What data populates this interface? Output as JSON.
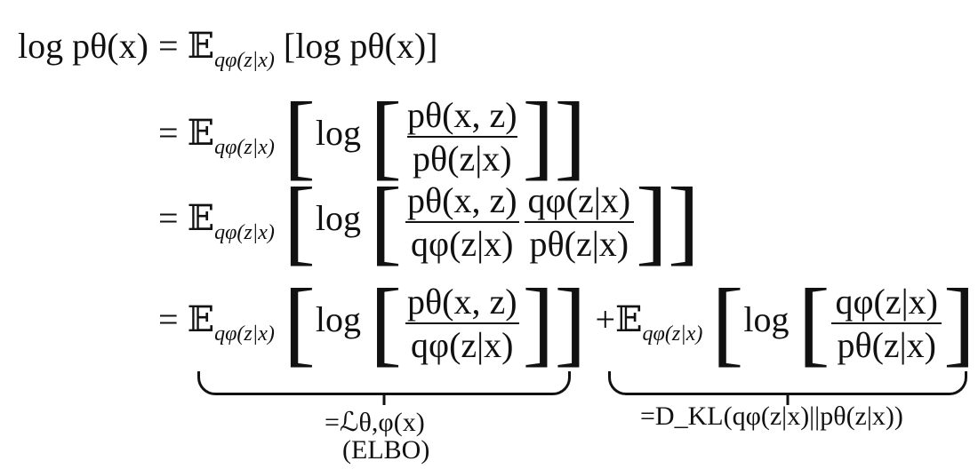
{
  "equation": {
    "lhs": "log pθ(x)",
    "lines": [
      {
        "rhs": "= E_{qφ(z|x)} [log pθ(x)]"
      },
      {
        "rhs": "= E_{qφ(z|x)} [log [pθ(x,z) / pθ(z|x)]]"
      },
      {
        "rhs": "= E_{qφ(z|x)} [log [pθ(x,z)/qφ(z|x) · qφ(z|x)/pθ(z|x)]]"
      },
      {
        "rhs": "= E_{qφ(z|x)} [log [pθ(x,z)/qφ(z|x)]] + E_{qφ(z|x)} [log [qφ(z|x)/pθ(z|x)]]"
      }
    ],
    "annotations": {
      "elbo_term": "=𝓛θ,φ(x)",
      "elbo_name": "(ELBO)",
      "kl_term": "=D_KL(qφ(z|x)||pθ(z|x))"
    }
  },
  "t": {
    "log": "log",
    "p": "p",
    "q": "q",
    "theta": "θ",
    "phi": "φ",
    "x": "x",
    "z": "z",
    "eq": "=",
    "E": "𝔼",
    "plus": "+",
    "sub": "qφ(z|x)",
    "lhs": "log pθ(x)",
    "line1": "[log pθ(x)]",
    "pxz": "pθ(x, z)",
    "pzx": "pθ(z|x)",
    "qzx": "qφ(z|x)",
    "elbo_term": "=ℒθ,φ(x)",
    "elbo_name": "(ELBO)",
    "kl_term": "=D_KL(qφ(z|x)||pθ(z|x))"
  }
}
